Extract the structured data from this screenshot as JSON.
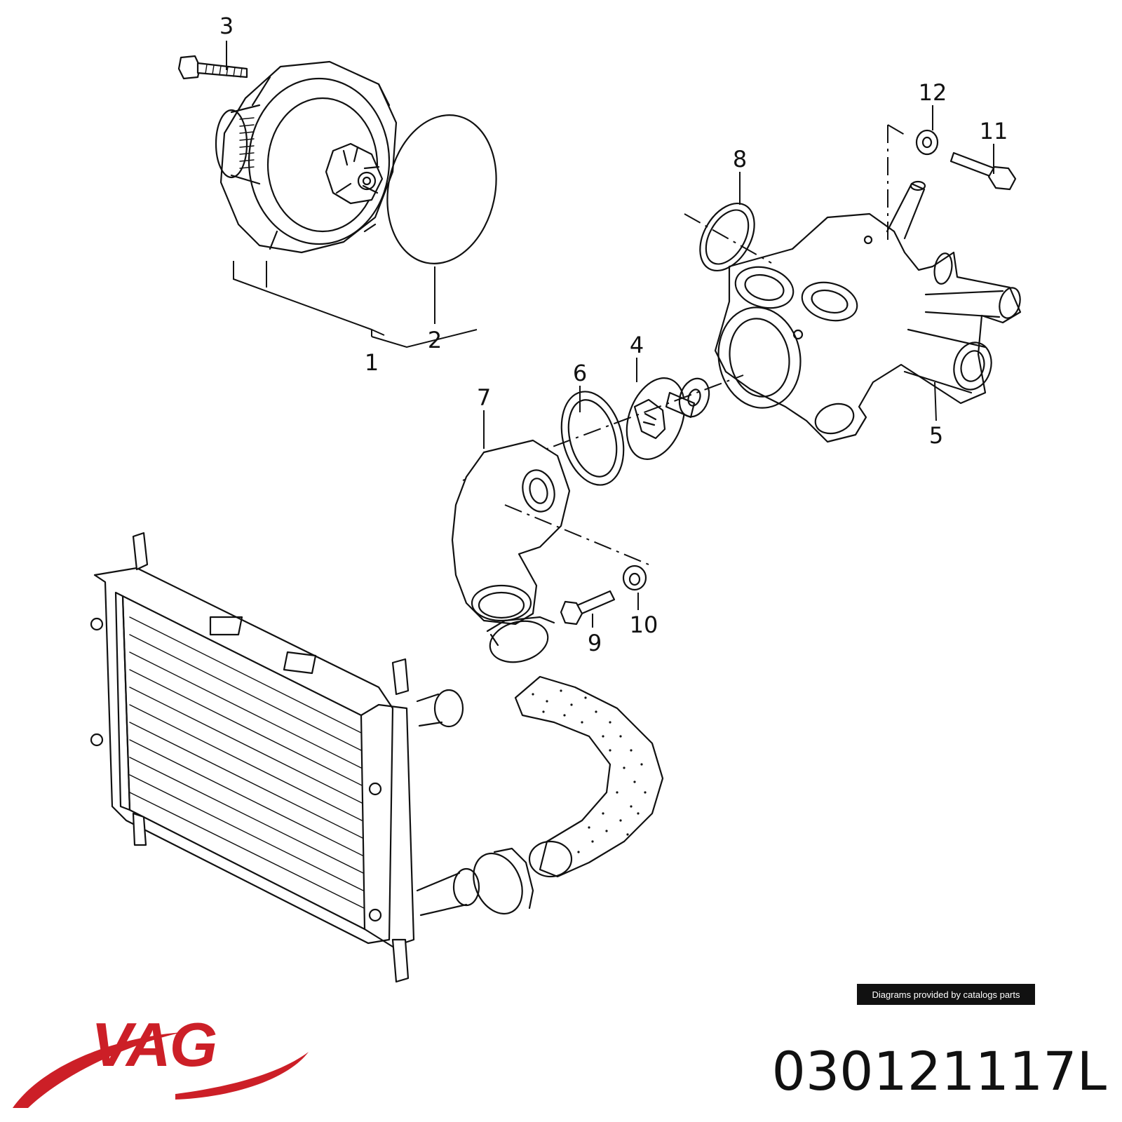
{
  "diagram": {
    "callouts": [
      "1",
      "2",
      "3",
      "4",
      "5",
      "6",
      "7",
      "8",
      "9",
      "10",
      "11",
      "12"
    ]
  },
  "footer": {
    "credit": "Diagrams provided by catalogs parts",
    "brand": "VAG",
    "part_number": "030121117L"
  },
  "colors": {
    "brand": "#cc1f27",
    "line": "#111111",
    "credit_bg": "#111111"
  }
}
